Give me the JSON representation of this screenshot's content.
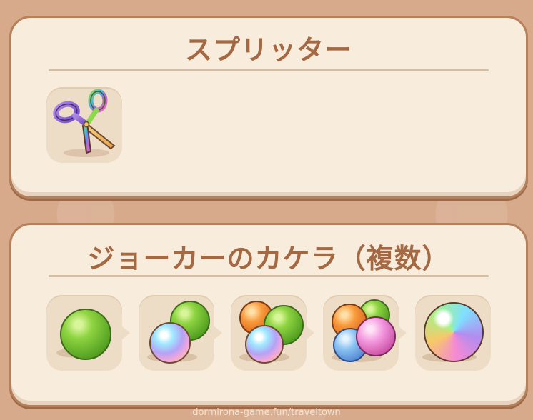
{
  "splitter": {
    "title": "スプリッター",
    "item_icon": "rainbow-scissors-icon"
  },
  "joker": {
    "title": "ジョーカーのカケラ（複数）",
    "stages": [
      {
        "icon": "green-orb-icon"
      },
      {
        "icon": "green-rainbow-orb-pair-icon"
      },
      {
        "icon": "three-orb-cluster-icon"
      },
      {
        "icon": "four-orb-cluster-icon"
      },
      {
        "icon": "rainbow-orb-icon"
      }
    ]
  },
  "footer": {
    "text": "dormirona-game.fun/traveltown"
  }
}
